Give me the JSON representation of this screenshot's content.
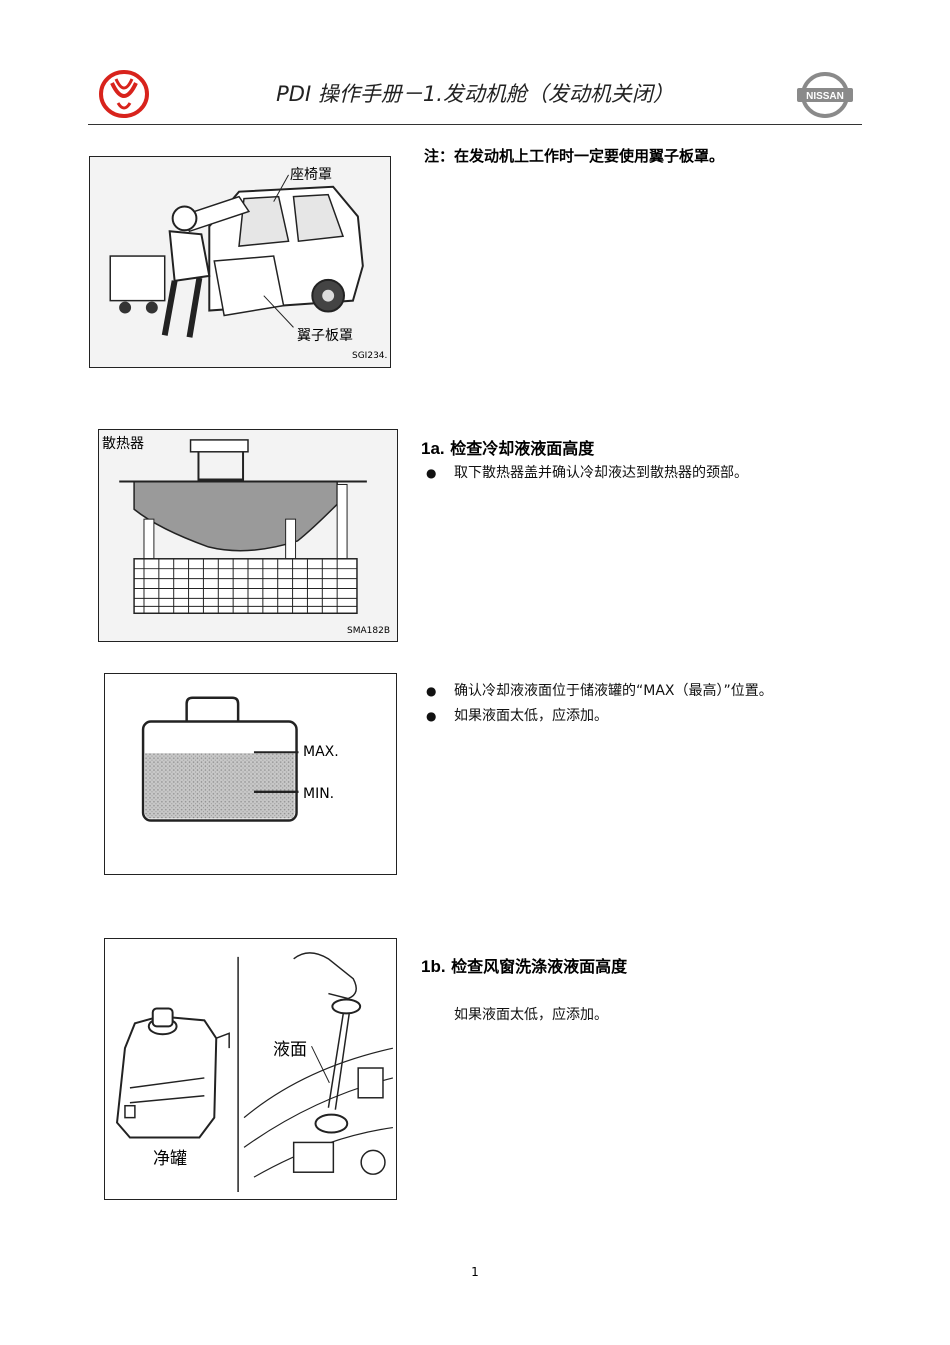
{
  "header": {
    "title": "PDI 操作手册－1.发动机舱（发动机关闭）",
    "left_logo_icon": "dongfeng-logo-icon",
    "right_logo_icon": "nissan-logo-icon",
    "right_logo_text": "NISSAN"
  },
  "figures": {
    "fig1": {
      "label_seat": "座椅罩",
      "label_fender": "翼子板罩",
      "code": "SGI234."
    },
    "fig2": {
      "label_radiator": "散热器",
      "code": "SMA182B"
    },
    "fig3": {
      "label_max": "MAX.",
      "label_min": "MIN."
    },
    "fig4": {
      "label_level": "液面",
      "label_tank": "净罐"
    }
  },
  "content": {
    "note": "注：在发动机上工作时一定要使用翼子板罩。",
    "step_1a": {
      "number": "1a.",
      "title": "检查冷却液液面高度",
      "bullets": [
        "取下散热器盖并确认冷却液达到散热器的颈部。"
      ]
    },
    "step_1a_cont": {
      "bullets": [
        "确认冷却液液面位于储液罐的“MAX（最高）”位置。",
        "如果液面太低，应添加。"
      ]
    },
    "step_1b": {
      "number": "1b.",
      "title": "检查风窗洗涤液液面高度",
      "text": "如果液面太低，应添加。"
    }
  },
  "footer": {
    "page_number": "1"
  },
  "colors": {
    "dongfeng_red": "#d8231c",
    "nissan_gray": "#8a8a8a",
    "fluid_gray": "#b5b5b5"
  }
}
